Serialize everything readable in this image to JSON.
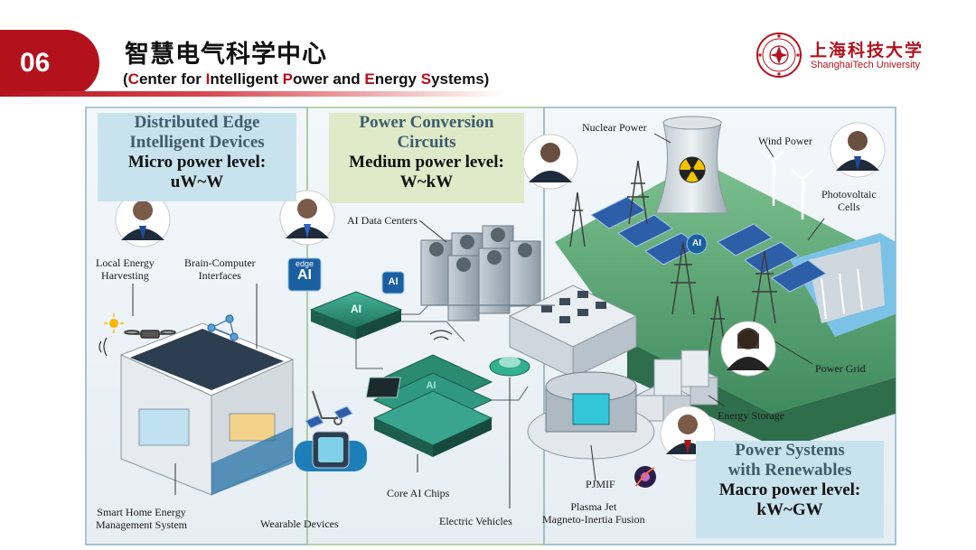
{
  "header": {
    "section_number": "06",
    "title_cn": "智慧电气科学中心",
    "title_en_parts": [
      "(",
      "C",
      "enter for ",
      "I",
      "ntelligent ",
      "P",
      "ower and ",
      "E",
      "nergy ",
      "S",
      "ystems)"
    ],
    "university_cn": "上海科技大学",
    "university_en": "ShanghaiTech University"
  },
  "colors": {
    "brand_red": "#b3121d",
    "box_blue": "#c9e3ee",
    "box_green": "#dfeac9",
    "ground_green": "#4f9b6d",
    "building_gray": "#e9eef2",
    "chip_teal": "#3aa38b"
  },
  "panels": {
    "edge": {
      "title_lines": [
        "Distributed Edge",
        "Intelligent Devices"
      ],
      "level_lines": [
        "Micro power level:",
        "uW~W"
      ]
    },
    "conversion": {
      "title_lines": [
        "Power Conversion",
        "Circuits"
      ],
      "level_lines": [
        "Medium power level:",
        "W~kW"
      ]
    },
    "systems": {
      "title_lines": [
        "Power Systems",
        "with Renewables"
      ],
      "level_lines": [
        "Macro power level:",
        "kW~GW"
      ]
    }
  },
  "labels": {
    "local_energy": [
      "Local Energy",
      "Harvesting"
    ],
    "bci": [
      "Brain-Computer",
      "Interfaces"
    ],
    "ai_data_centers": "AI Data Centers",
    "nuclear_power": "Nuclear Power",
    "wind_power": "Wind Power",
    "photovoltaic": [
      "Photovoltaic",
      "Cells"
    ],
    "power_grid": "Power Grid",
    "energy_storage": "Energy Storage",
    "smart_home": [
      "Smart Home Energy",
      "Management System"
    ],
    "wearable": "Wearable Devices",
    "core_ai_chips": "Core AI Chips",
    "electric_vehicles": "Electric Vehicles",
    "pjmif": "PJMIF",
    "plasma_jet": [
      "Plasma Jet",
      "Magneto-Inertia Fusion"
    ],
    "edge_ai": [
      "edge",
      "AI"
    ],
    "ai": "AI"
  }
}
